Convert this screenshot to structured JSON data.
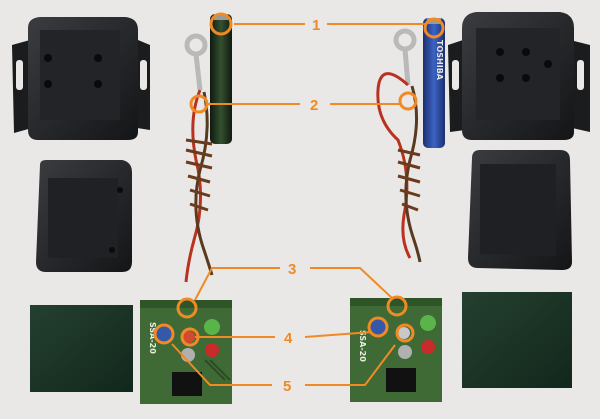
{
  "colors": {
    "background": "#e9e8e6",
    "callout": "#f08a24",
    "housing": "#1b1c1e",
    "housing_highlight": "#34363a",
    "solar_panel": "#1b3528",
    "pcb": "#3f6a36",
    "battery_body": "#1c2a1d",
    "battery_blue": "#2e4ea8",
    "wire_red": "#b8321f",
    "wire_brown": "#5a3a1e",
    "ring_terminal": "#b9b9b9"
  },
  "callouts": [
    {
      "id": "1",
      "label": "1"
    },
    {
      "id": "2",
      "label": "2"
    },
    {
      "id": "3",
      "label": "3"
    },
    {
      "id": "4",
      "label": "4"
    },
    {
      "id": "5",
      "label": "5"
    }
  ],
  "battery_brand_text": "TOSHIBA",
  "pcb_model_text": "SSA-20"
}
